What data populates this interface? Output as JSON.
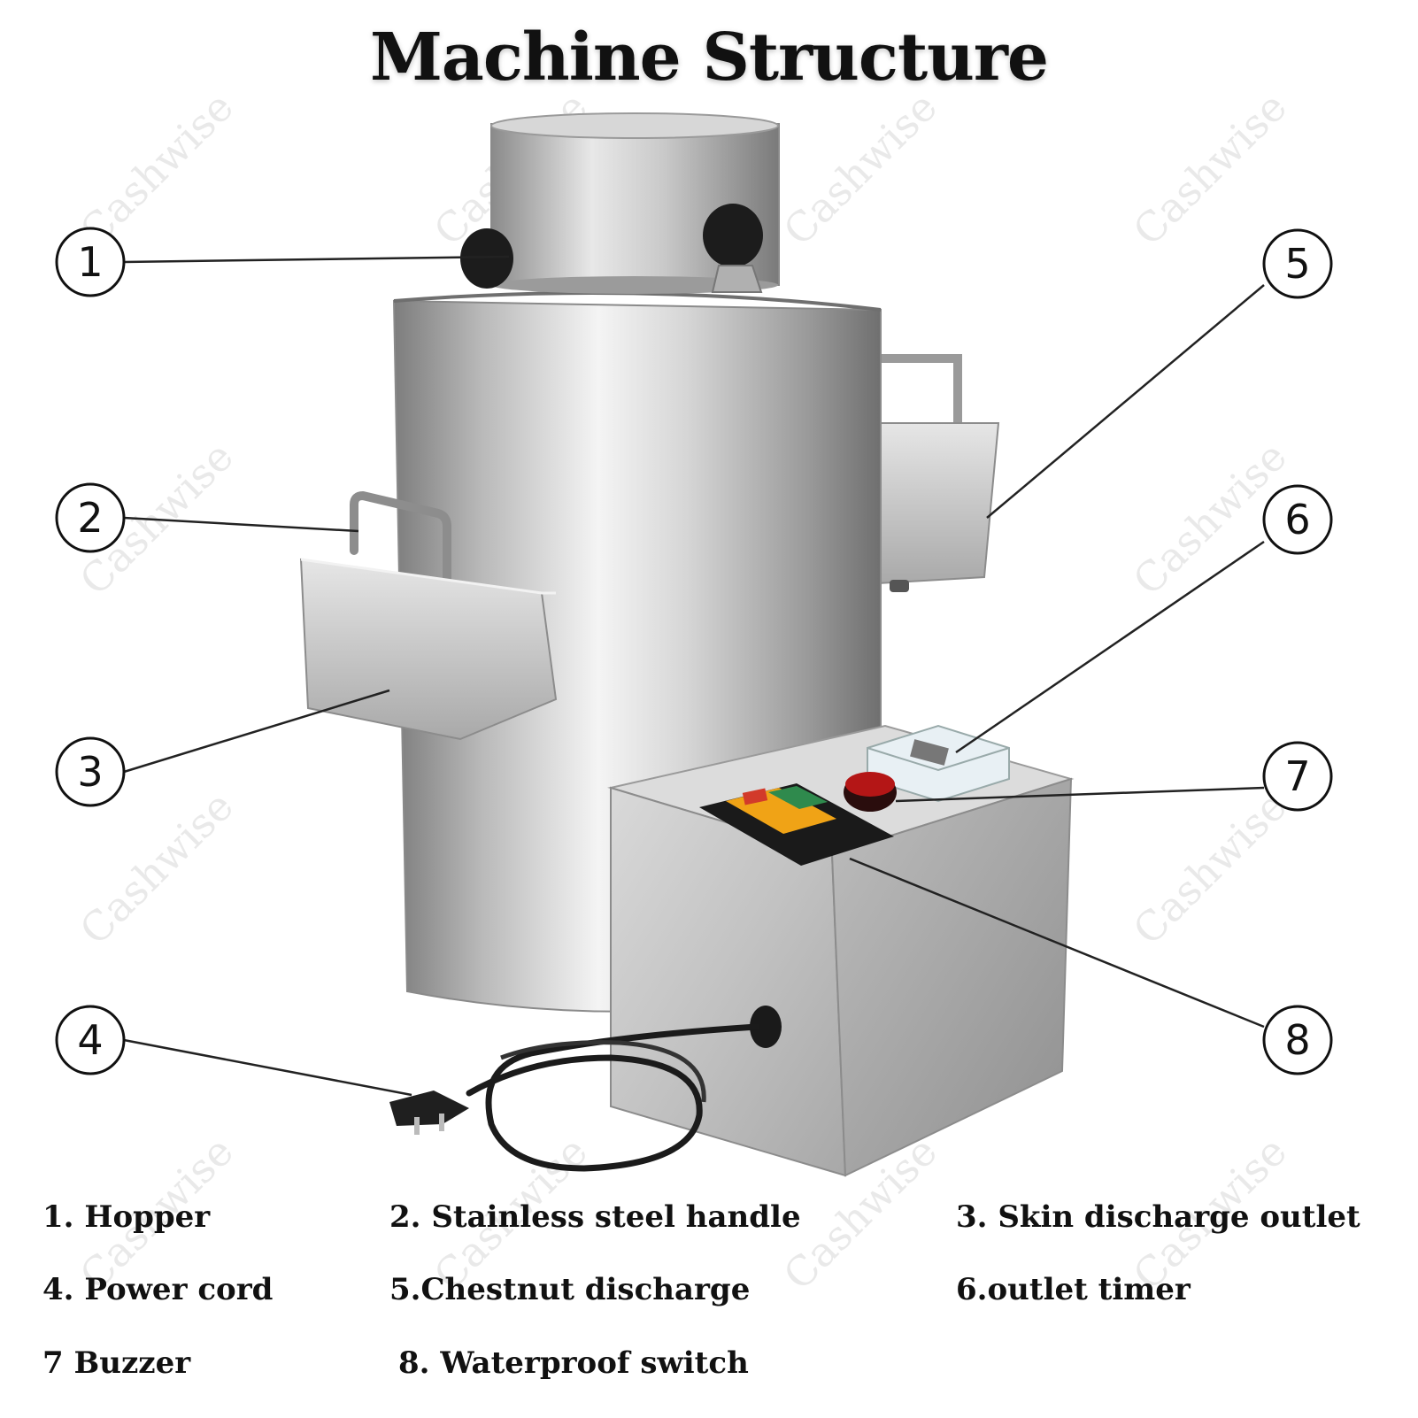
{
  "title": "Machine Structure",
  "watermark": "Cashwise",
  "callouts": [
    "1",
    "2",
    "3",
    "4",
    "5",
    "6",
    "7",
    "8"
  ],
  "legend": [
    "1. Hopper",
    "2. Stainless steel handle",
    "3. Skin discharge outlet",
    "4. Power cord",
    "5.Chestnut discharge",
    "6.outlet timer",
    "7 Buzzer",
    "8. Waterproof switch"
  ]
}
